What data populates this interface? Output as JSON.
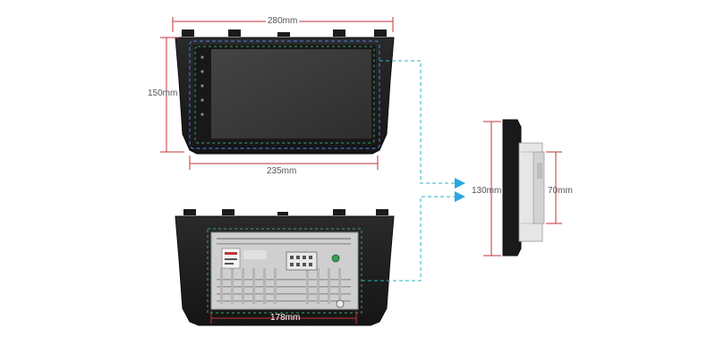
{
  "dimensions": {
    "front_width": "280mm",
    "front_height": "150mm",
    "screen_width": "235mm",
    "side_height": "130mm",
    "side_depth_height": "70mm",
    "rear_width": "178mm"
  },
  "colors": {
    "dimension_line": "#c2343a",
    "connector_line": "#2bb3c0",
    "arrow": "#29a8e0",
    "screen_outline": "#4a70c8",
    "rear_outline": "#3aa56a",
    "device_body": "#1d1d1d",
    "screen": "#3a3a3a",
    "chassis": "#c9c9c9"
  }
}
